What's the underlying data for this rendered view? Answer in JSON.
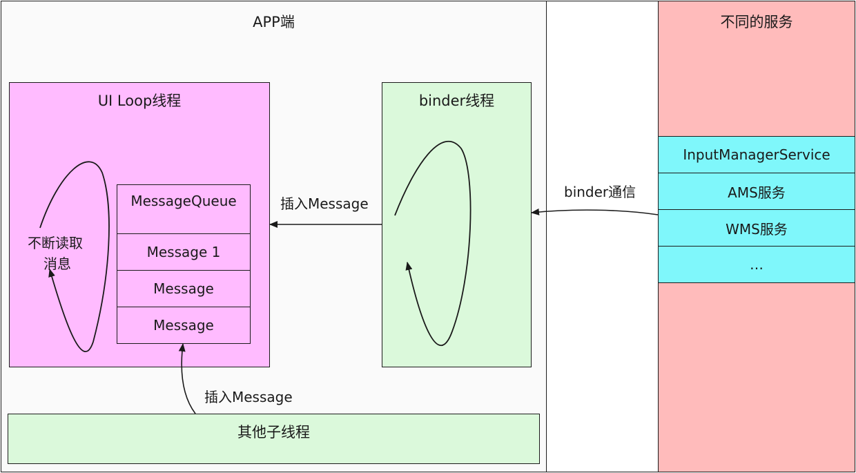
{
  "app_panel": {
    "title": "APP端"
  },
  "services_panel": {
    "title": "不同的服务",
    "items": [
      "InputManagerService",
      "AMS服务",
      "WMS服务",
      "…"
    ]
  },
  "ui_loop": {
    "title": "UI Loop线程",
    "loop_label_line1": "不断读取",
    "loop_label_line2": "消息"
  },
  "message_queue": {
    "header": "MessageQueue",
    "items": [
      "Message 1",
      "Message",
      "Message"
    ]
  },
  "binder_thread": {
    "title": "binder线程"
  },
  "other_threads": {
    "title": "其他子线程"
  },
  "edges": {
    "binder_to_queue_label": "插入Message",
    "other_to_queue_label": "插入Message",
    "services_to_binder_label": "binder通信"
  },
  "colors": {
    "app_bg": "#fafafa",
    "ui_loop_bg": "#ffbbff",
    "binder_bg": "#dbf9db",
    "services_bg": "#ffbbbb",
    "service_item_bg": "#7ff7fb",
    "line": "#1a1a1a"
  }
}
